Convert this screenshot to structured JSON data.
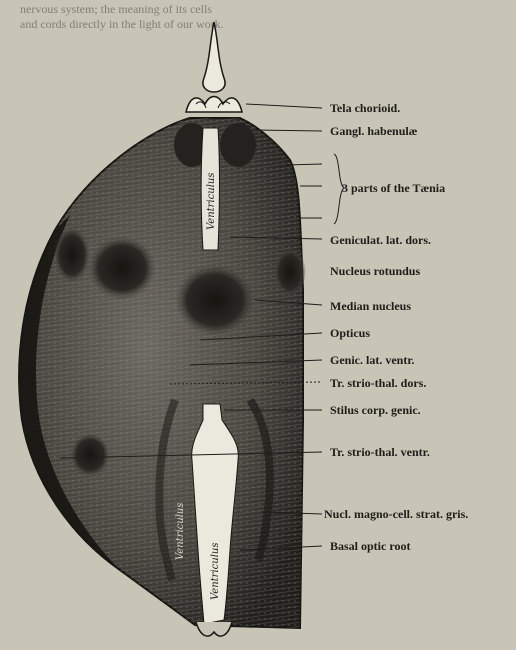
{
  "header_text": {
    "line1": "nervous system; the meaning of its cells",
    "line2": "and cords directly in the light of our work."
  },
  "in_figure_text": {
    "ventricle_upper": "Ventriculus",
    "ventricle_lower": "Ventriculus",
    "left_region": "Ventriculus"
  },
  "labels": {
    "tela_chorioid": "Tela chorioid.",
    "gangl_habenulae": "Gangl. habenulæ",
    "taenia": "3 parts of the Tænia",
    "geniculat_lat_dors": "Geniculat. lat. dors.",
    "nucleus_rotundus": "Nucleus rotundus",
    "median_nucleus": "Median nucleus",
    "opticus": "Opticus",
    "genic_lat_ventr": "Genic. lat. ventr.",
    "tr_strio_thal_dors": "Tr. strio-thal. dors.",
    "stilus_corp_genic": "Stilus corp. genic.",
    "tr_strio_thal_ventr": "Tr. strio-thal. ventr.",
    "nucl_magno_cell": "Nucl. magno-cell. strat. gris.",
    "basal_optic_root": "Basal optic root"
  }
}
